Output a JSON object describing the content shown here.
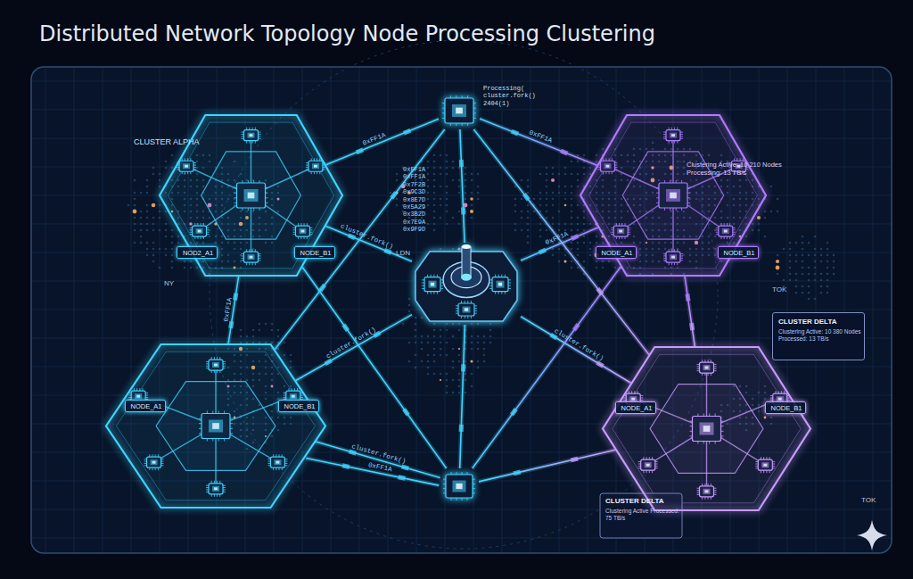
{
  "diagram": {
    "title": "Distributed Network Topology Node Processing Clustering",
    "nodes": [
      {
        "text": [
          "CLUSTER ALPHA"
        ]
      },
      {
        "text": [
          "NOD2_A1"
        ],
        "in": 0
      },
      {
        "text": [
          "NODE_B1"
        ],
        "in": 0
      },
      {
        "text": [
          "Processing( cluster.fork() 2404(1)"
        ]
      },
      {
        "text": [
          "Clustering Active: 10 210 Nodes Processing: 13 TB/s"
        ]
      },
      {
        "text": [
          "NODE_A1"
        ],
        "in": 4
      },
      {
        "text": [
          "NODE_B1"
        ],
        "in": 4
      },
      {
        "text": [
          "0xFF1A 0xFF1A 0x7F2B 0x9C3D 0x8E7D 0x5A29 0x3B2D 0x7E9A 0x9F9D"
        ]
      },
      {
        "text": [
          "CLUSTER DELTA",
          "Clustering Active: 10 380 Nodes Processed: 13 TB/s"
        ]
      },
      {
        "text": []
      },
      {
        "text": [
          "NODE_A1"
        ],
        "in": 9
      },
      {
        "text": [
          "NODE_B1"
        ],
        "in": 9
      },
      {
        "text": [
          "CLUSTER DELTA",
          "Clustering Active Processed: 75 TB/s"
        ]
      },
      {
        "text": [
          "NODE_A1"
        ],
        "in": 12
      },
      {
        "text": [
          "NODE_B1"
        ],
        "in": 12
      },
      {
        "text": []
      }
    ],
    "edges": [
      {
        "from": 0,
        "to": 3,
        "arrow": "none",
        "label": "0xFF1A"
      },
      {
        "from": 3,
        "to": 4,
        "arrow": "none",
        "label": "0xFF1A"
      },
      {
        "from": 0,
        "to": 7,
        "arrow": "none",
        "label": "cluster.fork()"
      },
      {
        "from": 3,
        "to": 7,
        "arrow": "none"
      },
      {
        "from": 4,
        "to": 7,
        "arrow": "none",
        "label": "0xFF1A"
      },
      {
        "from": 7,
        "to": 9,
        "arrow": "none",
        "label": "cluster.fork()"
      },
      {
        "from": 7,
        "to": 12,
        "arrow": "none",
        "label": "cluster.fork()"
      },
      {
        "from": 9,
        "to": 15,
        "arrow": "none",
        "label": "cluster.fork()"
      },
      {
        "from": 12,
        "to": 15,
        "arrow": "none"
      },
      {
        "from": 7,
        "to": 15,
        "arrow": "none"
      },
      {
        "from": 0,
        "to": 9,
        "arrow": "none",
        "label": "0xFF1A"
      },
      {
        "from": 4,
        "to": 12,
        "arrow": "none"
      },
      {
        "from": 9,
        "to": 15,
        "arrow": "none",
        "label": "0xFF1A"
      },
      {
        "from": 3,
        "to": 9,
        "arrow": "none"
      },
      {
        "from": 3,
        "to": 12,
        "arrow": "none"
      },
      {
        "from": 0,
        "to": 15,
        "arrow": "none"
      },
      {
        "from": 4,
        "to": 15,
        "arrow": "none"
      }
    ],
    "labels": [
      "NY",
      "LDN",
      "TOK",
      "TOK"
    ]
  }
}
